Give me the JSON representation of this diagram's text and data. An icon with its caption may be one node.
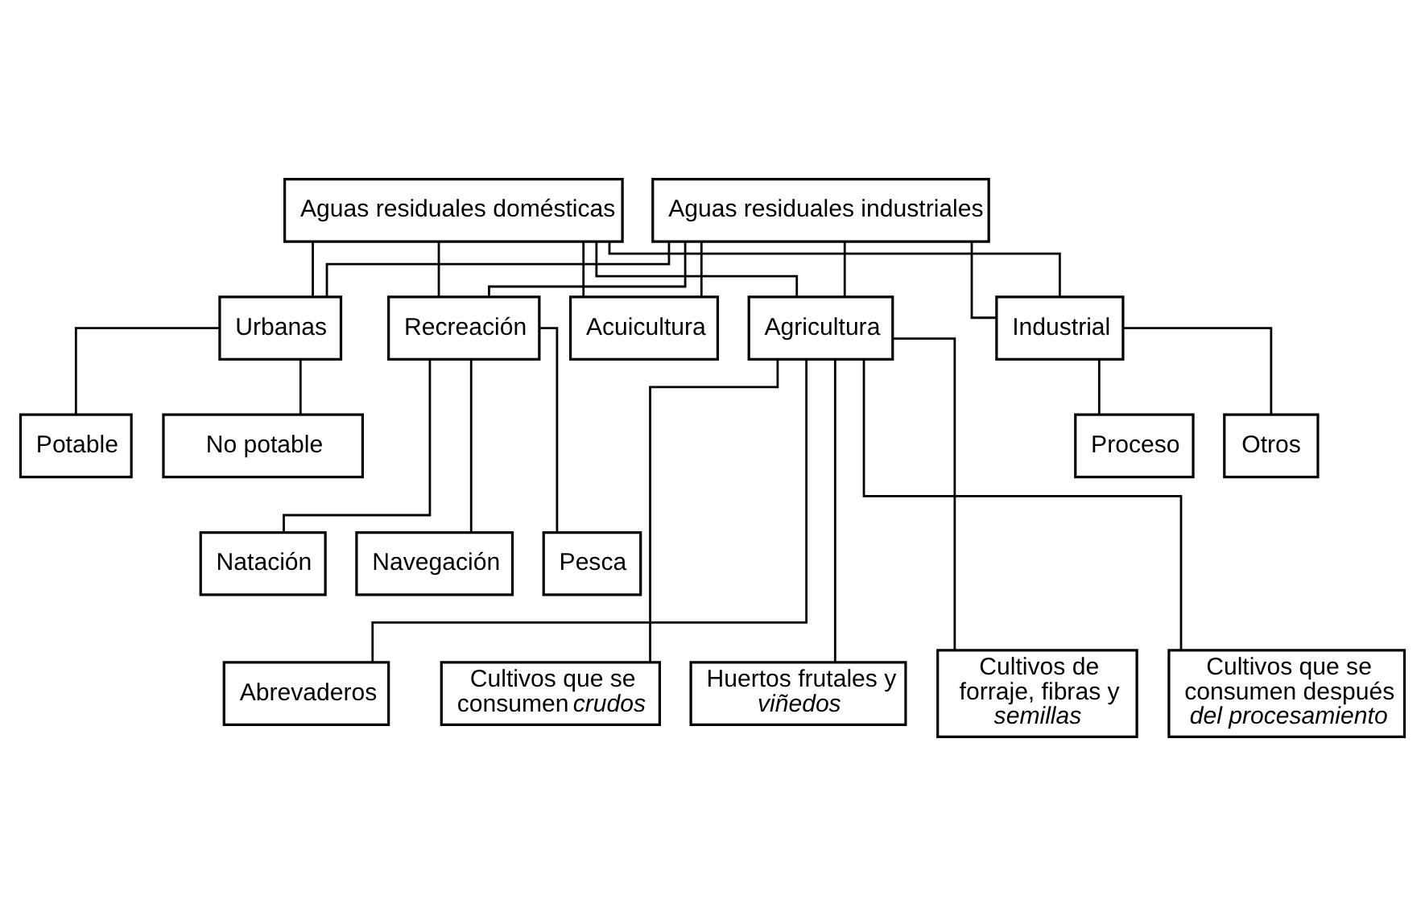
{
  "diagram": {
    "nodes": [
      {
        "text": [
          "Aguas residuales domésticas"
        ]
      },
      {
        "text": [
          "Aguas residuales industriales"
        ]
      },
      {
        "text": [
          "Urbanas"
        ]
      },
      {
        "text": [
          "Recreación"
        ]
      },
      {
        "text": [
          "Acuicultura"
        ]
      },
      {
        "text": [
          "Agricultura"
        ]
      },
      {
        "text": [
          "Industrial"
        ]
      },
      {
        "text": [
          "No potable"
        ]
      },
      {
        "text": [
          "Potable"
        ]
      },
      {
        "text": [
          "Proceso"
        ]
      },
      {
        "text": [
          "Otros"
        ]
      },
      {
        "text": [
          "Natación"
        ]
      },
      {
        "text": [
          "Navegación"
        ]
      },
      {
        "text": [
          "Pesca"
        ]
      },
      {
        "text": [
          "Abrevaderos"
        ]
      },
      {
        "text": [
          "Huertos frutales y *viñedos*"
        ]
      },
      {
        "text": [
          "Cultivos de forraje, fibras y *semillas*"
        ]
      },
      {
        "text": [
          "Cultivos que se consumen después *del procesamiento*"
        ]
      },
      {
        "text": [
          "Cultivos que se consumen *crudos*"
        ]
      }
    ],
    "edges": [
      {
        "from": 0,
        "to": 2,
        "arrow": "none"
      },
      {
        "from": 0,
        "to": 3,
        "arrow": "none"
      },
      {
        "from": 0,
        "to": 4,
        "arrow": "none"
      },
      {
        "from": 0,
        "to": 5,
        "arrow": "none"
      },
      {
        "from": 0,
        "to": 6,
        "arrow": "none"
      },
      {
        "from": 1,
        "to": 2,
        "arrow": "none"
      },
      {
        "from": 1,
        "to": 3,
        "arrow": "none"
      },
      {
        "from": 1,
        "to": 4,
        "arrow": "none"
      },
      {
        "from": 1,
        "to": 5,
        "arrow": "none"
      },
      {
        "from": 1,
        "to": 6,
        "arrow": "none"
      },
      {
        "from": 2,
        "to": 7,
        "arrow": "none"
      },
      {
        "from": 2,
        "to": 8,
        "arrow": "none"
      },
      {
        "from": 6,
        "to": 9,
        "arrow": "none"
      },
      {
        "from": 6,
        "to": 10,
        "arrow": "none"
      },
      {
        "from": 3,
        "to": 11,
        "arrow": "none"
      },
      {
        "from": 3,
        "to": 12,
        "arrow": "none"
      },
      {
        "from": 3,
        "to": 13,
        "arrow": "none"
      },
      {
        "from": 5,
        "to": 14,
        "arrow": "none"
      },
      {
        "from": 5,
        "to": 15,
        "arrow": "none"
      },
      {
        "from": 5,
        "to": 16,
        "arrow": "none"
      },
      {
        "from": 5,
        "to": 17,
        "arrow": "none"
      },
      {
        "from": 5,
        "to": 18,
        "arrow": "none"
      }
    ]
  }
}
